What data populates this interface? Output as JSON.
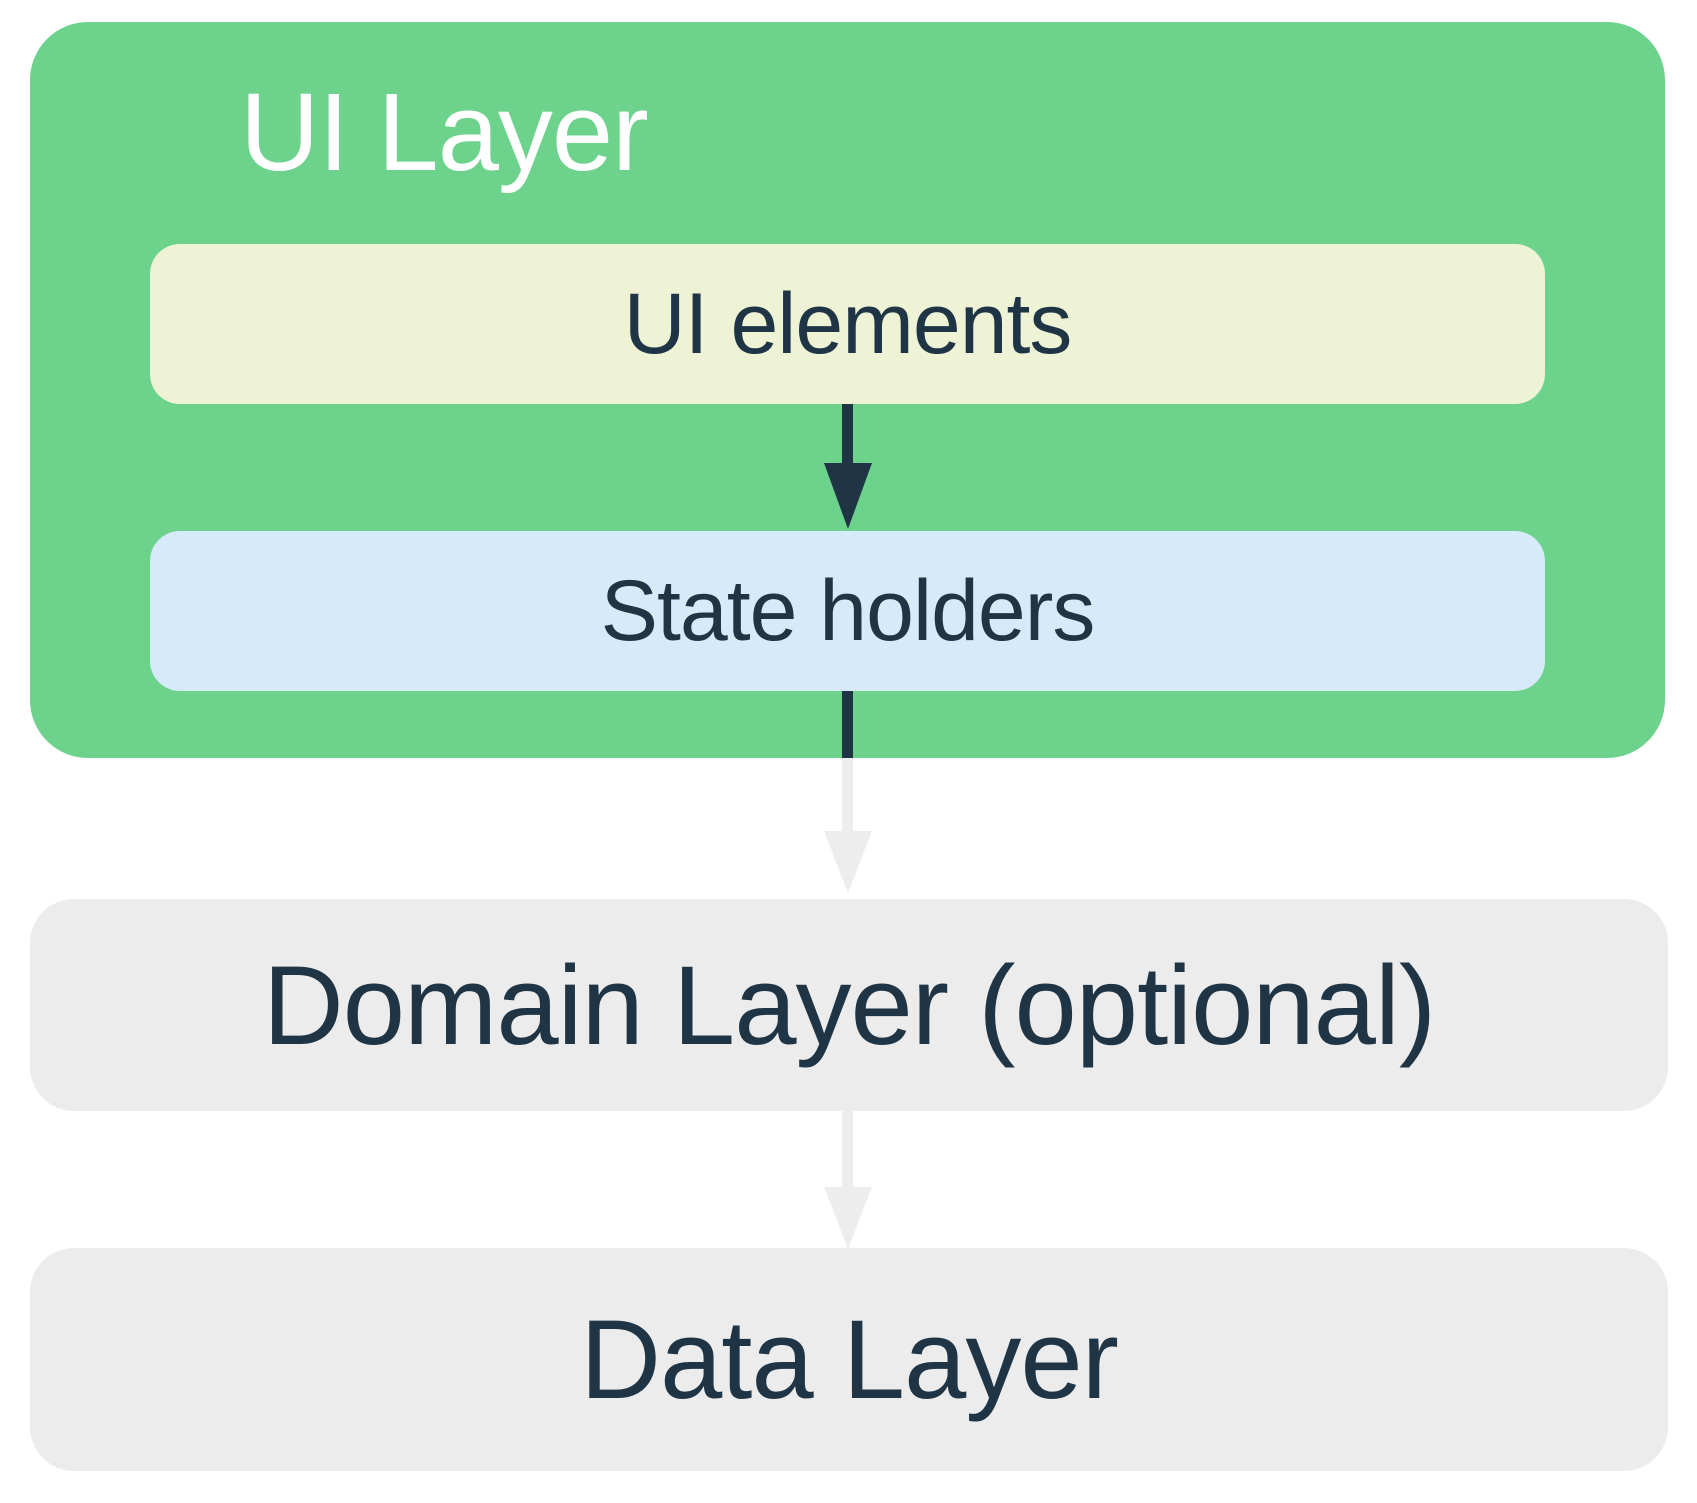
{
  "layers": {
    "ui": {
      "title": "UI Layer",
      "boxes": [
        {
          "id": "ui-elements",
          "label": "UI elements"
        },
        {
          "id": "state-holders",
          "label": "State holders"
        }
      ]
    },
    "domain": {
      "label": "Domain Layer (optional)"
    },
    "data": {
      "label": "Data Layer"
    }
  },
  "arrows": [
    {
      "name": "ui-elements-to-state-holders",
      "direction": "down",
      "style": "dark"
    },
    {
      "name": "state-holders-to-domain-layer",
      "direction": "down",
      "style": "dark-then-light"
    },
    {
      "name": "domain-layer-to-data-layer",
      "direction": "down",
      "style": "light"
    }
  ],
  "colors": {
    "ui_layer_bg": "#6DD38C",
    "ui_elements_bg": "#EEF3D6",
    "state_holders_bg": "#D7EAFA",
    "gray_box_bg": "#ECECEC",
    "arrow_dark": "#1F3546",
    "arrow_light": "#EDEDED",
    "label_text": "#1F3546",
    "title_text": "#FFFFFF"
  }
}
